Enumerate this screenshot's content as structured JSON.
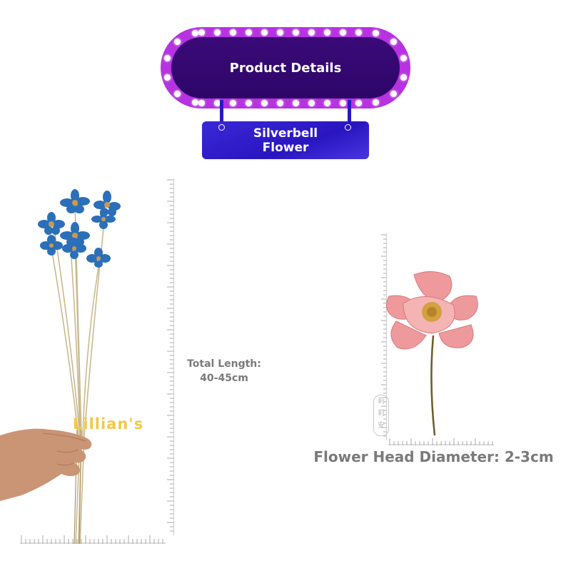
{
  "header": {
    "title": "Product Details",
    "subtitle": "Silverbell Flower"
  },
  "measure": {
    "total_length_label": "Total Length:",
    "total_length_value": "40-45cm",
    "head_diameter": "Flower Head Diameter: 2-3cm"
  },
  "brand": "Lillian's",
  "seal_text": "莉莉安",
  "colors": {
    "sign_frame": "#b732e0",
    "sign_inner": "#2d0668",
    "hanger": "#2a16c0",
    "caption": "#7a7a7a",
    "brand": "#f2c84b",
    "blue_flower": "#2b6fb8",
    "pink_flower": "#ee9a9c"
  }
}
